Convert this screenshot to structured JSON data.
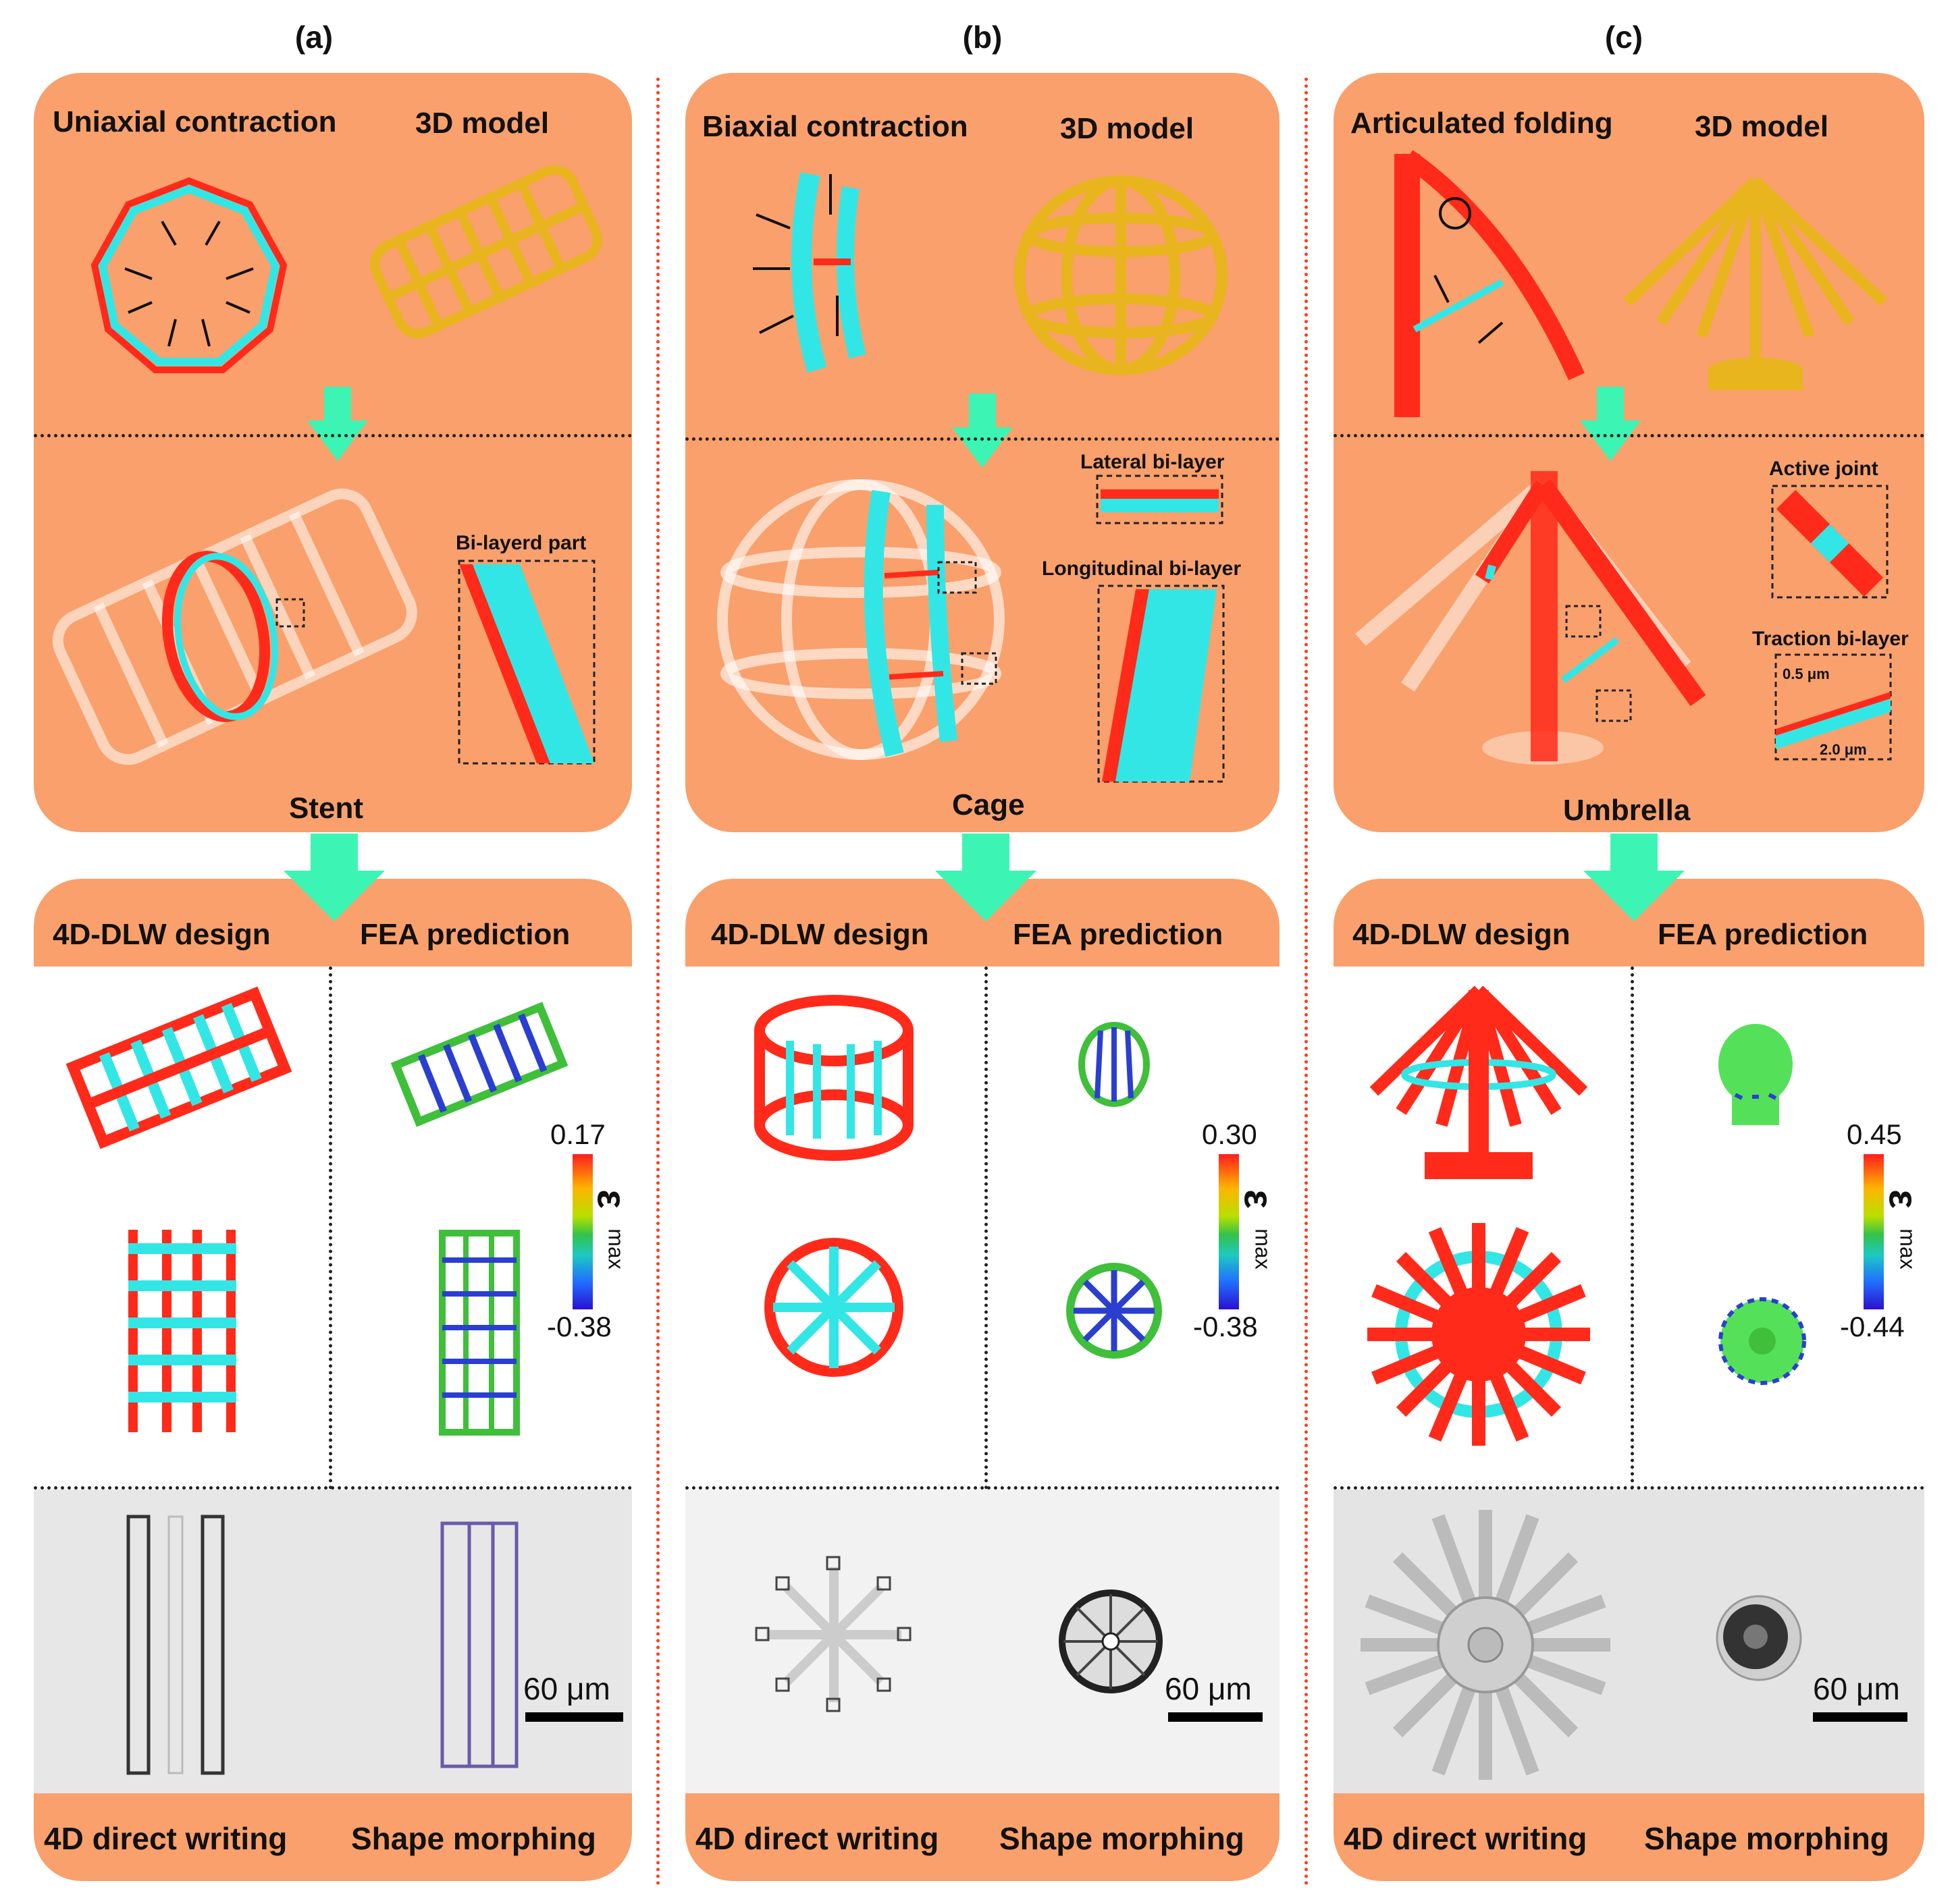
{
  "panel_labels": [
    "(a)",
    "(b)",
    "(c)"
  ],
  "panel_a": {
    "mechanism": "Uniaxial contraction",
    "model_label": "3D model",
    "inset_label": "Bi-layerd part",
    "structure_name": "Stent",
    "design_label": "4D-DLW design",
    "prediction_label": "FEA prediction",
    "writing_label": "4D direct writing",
    "morphing_label": "Shape morphing",
    "colorbar_max": "0.17",
    "colorbar_min": "-0.38",
    "scale_bar": "60 μm"
  },
  "panel_b": {
    "mechanism": "Biaxial contraction",
    "model_label": "3D model",
    "inset_label_1": "Lateral bi-layer",
    "inset_label_2": "Longitudinal bi-layer",
    "structure_name": "Cage",
    "design_label": "4D-DLW design",
    "prediction_label": "FEA prediction",
    "writing_label": "4D direct writing",
    "morphing_label": "Shape morphing",
    "colorbar_max": "0.30",
    "colorbar_min": "-0.38",
    "scale_bar": "60 μm"
  },
  "panel_c": {
    "mechanism": "Articulated folding",
    "model_label": "3D model",
    "inset_label_1": "Active joint",
    "inset_label_2": "Traction bi-layer",
    "dim_1": "0.5 μm",
    "dim_2": "2.0 μm",
    "structure_name": "Umbrella",
    "design_label": "4D-DLW design",
    "prediction_label": "FEA prediction",
    "writing_label": "4D direct writing",
    "morphing_label": "Shape morphing",
    "colorbar_max": "0.45",
    "colorbar_min": "-0.44",
    "scale_bar": "60 μm"
  },
  "colorbar_symbol": "ε",
  "colorbar_subscript": "max",
  "colors": {
    "panel_bg": "#f9a06c",
    "active_layer": "#ff2a1a",
    "passive_layer": "#33e6e6",
    "model_gold": "#e8b51e",
    "arrow": "#3cf5b4",
    "separator": "#ff3b1f"
  }
}
